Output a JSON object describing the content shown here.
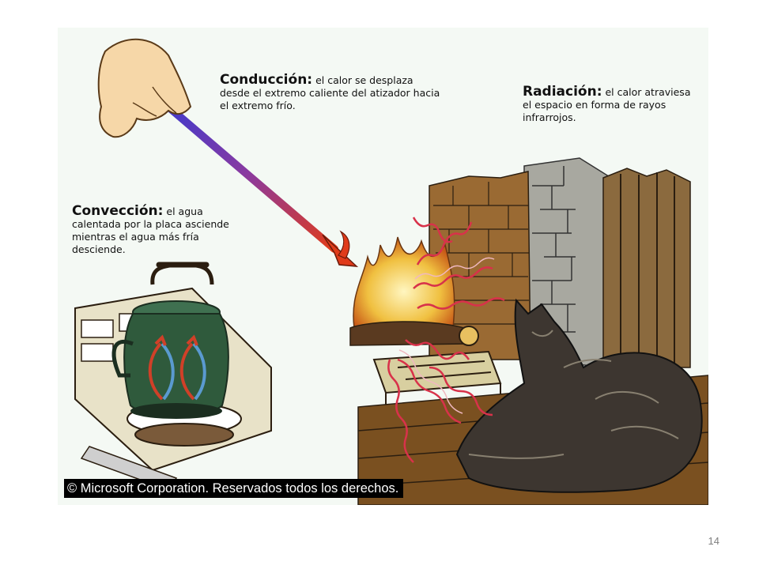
{
  "labels": {
    "conduccion": {
      "term": "Conducción:",
      "text": " el calor se desplaza desde el extremo caliente del atizador hacia el extremo frío."
    },
    "conveccion": {
      "term": "Convección:",
      "text": " el agua calentada por la placa asciende mientras el agua más fría desciende."
    },
    "radiacion": {
      "term": "Radiación:",
      "text": " el calor atraviesa el espacio en forma de rayos infrarrojos."
    }
  },
  "copyright": "© Microsoft Corporation. Reservados todos los derechos.",
  "page_number": "14",
  "colors": {
    "background": "#f4f9f4",
    "poker_hot": "#e03b1a",
    "poker_cold": "#3a3ad0",
    "kettle": "#2f5a3c",
    "flame": "#f0c040",
    "ray": "#d8324a",
    "brick": "#9a6a33",
    "stone": "#a8a8a0",
    "cat": "#3d3630"
  },
  "icons": [
    "hand-icon",
    "poker-icon",
    "kettle-icon",
    "stove-icon",
    "fire-icon",
    "cat-icon",
    "radiation-ray-icon",
    "convection-arrow-icon"
  ]
}
